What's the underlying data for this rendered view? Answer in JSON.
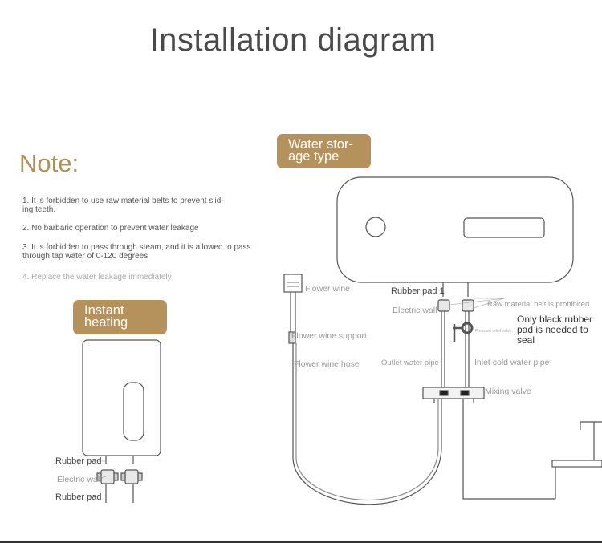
{
  "title": "Installation diagram",
  "note": {
    "heading": "Note:",
    "items": [
      "1. It is forbidden to use raw material belts to prevent slid-\ning teeth.",
      "2. No barbaric operation to prevent water leakage",
      "3. It is forbidden to pass through steam, and it is allowed to pass through tap water of 0-120 degrees",
      "4. Replace the water leakage immediately"
    ]
  },
  "instant": {
    "badge": "Instant\nheating",
    "labels": {
      "rubber_pad_top": "Rubber pad",
      "electric_wall": "Electric wall",
      "rubber_pad_bottom": "Rubber pad"
    }
  },
  "storage": {
    "badge": "Water stor-\nage type",
    "labels": {
      "flower_wine": "Flower wine",
      "rubber_pad_1": "Rubber pad 1",
      "electric_wall": "Electric wall",
      "raw_material_belt": "Raw material belt is prohibited",
      "pressure_relief": "Pressure relief valve",
      "only_black_rubber": "Only black rubber pad is needed to seal",
      "flower_wine_support": "Flower wine support",
      "flower_wine_hose": "Flower wine hose",
      "outlet_pipe": "Outlet water pipe",
      "inlet_pipe": "Inlet cold water pipe",
      "mixing_valve": "Mixing valve"
    }
  },
  "colors": {
    "accent": "#b5925c",
    "heading": "#b08f5a",
    "line": "#555555"
  }
}
